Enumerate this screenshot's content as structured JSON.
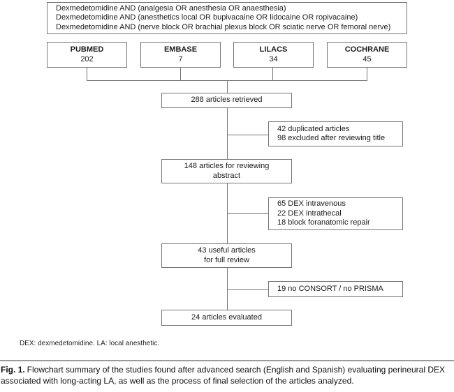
{
  "search_queries": {
    "lines": [
      "Dexmedetomidine AND (analgesia OR anesthesia OR anaesthesia)",
      "Dexmedetomidine AND (anesthetics local OR bupivacaine OR lidocaine OR ropivacaine)",
      "Dexmedetomidine AND (nerve block OR brachial plexus block OR sciatic nerve OR femoral nerve)"
    ]
  },
  "databases": [
    {
      "name": "PUBMED",
      "count": "202"
    },
    {
      "name": "EMBASE",
      "count": "7"
    },
    {
      "name": "LILACS",
      "count": "34"
    },
    {
      "name": "COCHRANE",
      "count": "45"
    }
  ],
  "flow": {
    "retrieved": {
      "line1": "288 articles retrieved"
    },
    "reviewing_abstract": {
      "line1": "148 articles for reviewing",
      "line2": "abstract"
    },
    "full_review": {
      "line1": "43 useful articles",
      "line2": "for full review"
    },
    "evaluated": {
      "line1": "24 articles evaluated"
    }
  },
  "exclusions": [
    {
      "lines": [
        "42 duplicated articles",
        "98 excluded after reviewing title"
      ]
    },
    {
      "lines": [
        "65 DEX intravenous",
        "22 DEX intrathecal",
        "18 block foranatomic repair"
      ]
    },
    {
      "lines": [
        "19 no CONSORT / no PRISMA"
      ]
    }
  ],
  "footnote": "DEX: dexmedetomidine. LA: local anesthetic.",
  "caption": {
    "label": "Fig. 1.",
    "text": "Flowchart summary of the studies found after advanced search (English and Spanish) evaluating perineural DEX associated with long-acting LA, as well as the process of final selection of the articles analyzed."
  },
  "colors": {
    "box_border": "#757575",
    "connector": "#757575",
    "text": "#1a1a1a",
    "rule": "#9a9a9a",
    "background": "#ffffff"
  }
}
